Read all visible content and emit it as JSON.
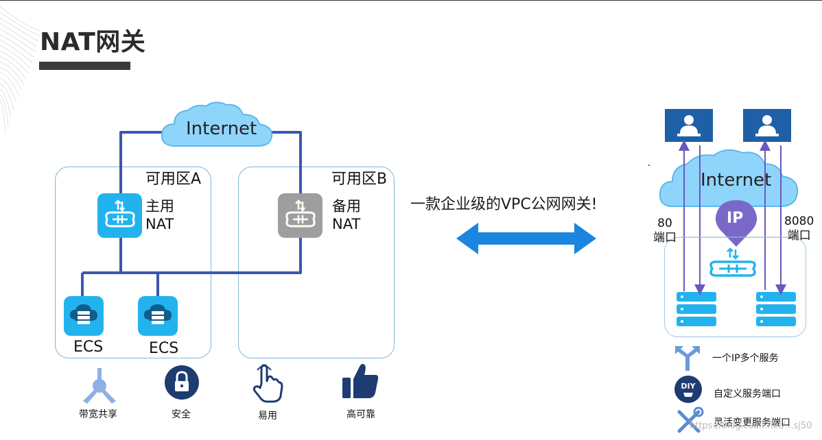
{
  "slide": {
    "title": "NAT网关",
    "tagline": "一款企业级的VPC公网网关!",
    "watermark": "https://blog.csdn.net/...sj50"
  },
  "left_diagram": {
    "cloud_label": "Internet",
    "zone_a": {
      "label": "可用区A",
      "nat_label_1": "主用",
      "nat_label_2": "NAT"
    },
    "zone_b": {
      "label": "可用区B",
      "nat_label_1": "备用",
      "nat_label_2": "NAT"
    },
    "ecs": [
      "ECS",
      "ECS"
    ]
  },
  "features": [
    {
      "label": "带宽共享",
      "icon": "bandwidth-share-icon"
    },
    {
      "label": "安全",
      "icon": "lock-icon"
    },
    {
      "label": "易用",
      "icon": "hand-tap-icon"
    },
    {
      "label": "高可靠",
      "icon": "thumbs-up-icon"
    }
  ],
  "right_diagram": {
    "cloud_label": "Internet",
    "ip_badge": "IP",
    "port_left_1": "80",
    "port_left_2": "端口",
    "port_right_1": "8080",
    "port_right_2": "端口"
  },
  "benefits": [
    {
      "label": "一个IP多个服务",
      "icon": "split-arrows-icon"
    },
    {
      "label": "自定义服务端口",
      "icon": "diy-icon"
    },
    {
      "label": "灵活变更服务端口",
      "icon": "tools-icon"
    }
  ],
  "colors": {
    "line_blue": "#3a57b0",
    "icon_blue": "#22b3ee",
    "cloud_blue": "#8fd5fb",
    "arrow_blue": "#1a86e0",
    "backup_gray": "#9e9e9e",
    "purple": "#7a68c8"
  }
}
